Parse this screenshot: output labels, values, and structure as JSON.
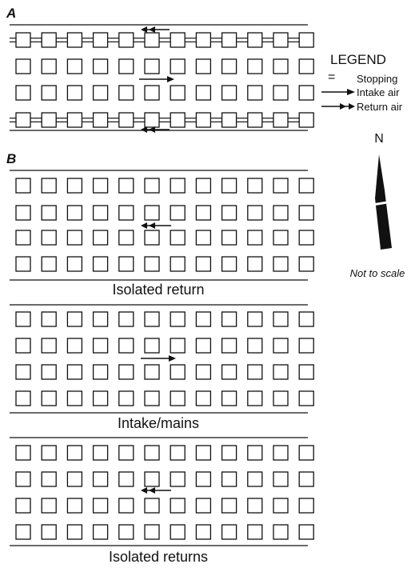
{
  "panel_a": {
    "label": "A"
  },
  "panel_b": {
    "label": "B",
    "sections": [
      {
        "caption": "Isolated return"
      },
      {
        "caption": "Intake/mains"
      },
      {
        "caption": "Isolated returns"
      }
    ]
  },
  "legend": {
    "title": "LEGEND",
    "stopping_symbol": "=",
    "stopping_label": "Stopping",
    "intake_label": "Intake air",
    "return_label": "Return air"
  },
  "north": {
    "label": "N"
  },
  "scale_note": "Not to scale",
  "colors": {
    "ink": "#111111",
    "background": "#ffffff"
  }
}
